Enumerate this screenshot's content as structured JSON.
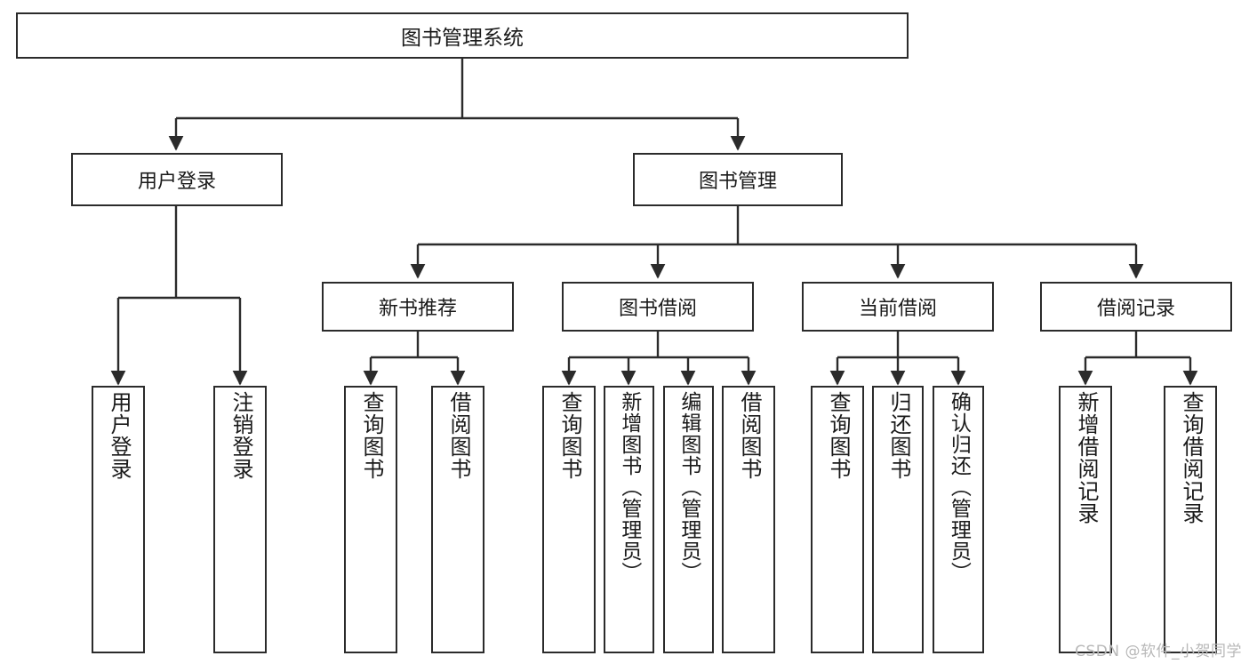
{
  "diagram": {
    "title": "图书管理系统",
    "type": "tree",
    "watermark": "CSDN @软件_小贺同学",
    "colors": {
      "stroke": "#2b2b2b",
      "fill": "#ffffff",
      "text": "#1a1a1a",
      "watermark": "#b8b8b8"
    },
    "root": {
      "label": "图书管理系统"
    },
    "level2": [
      {
        "label": "用户登录"
      },
      {
        "label": "图书管理"
      }
    ],
    "level3": [
      {
        "label": "新书推荐"
      },
      {
        "label": "图书借阅"
      },
      {
        "label": "当前借阅"
      },
      {
        "label": "借阅记录"
      }
    ],
    "leaves": {
      "user_login": [
        {
          "label": "用户登录"
        },
        {
          "label": "注销登录"
        }
      ],
      "new_book": [
        {
          "label": "查询图书"
        },
        {
          "label": "借阅图书"
        }
      ],
      "book_borrow": [
        {
          "label": "查询图书"
        },
        {
          "label": "新增图书（管理员）"
        },
        {
          "label": "编辑图书（管理员）"
        },
        {
          "label": "借阅图书"
        }
      ],
      "current_borrow": [
        {
          "label": "查询图书"
        },
        {
          "label": "归还图书"
        },
        {
          "label": "确认归还（管理员）"
        }
      ],
      "borrow_record": [
        {
          "label": "新增借阅记录"
        },
        {
          "label": "查询借阅记录"
        }
      ]
    }
  }
}
